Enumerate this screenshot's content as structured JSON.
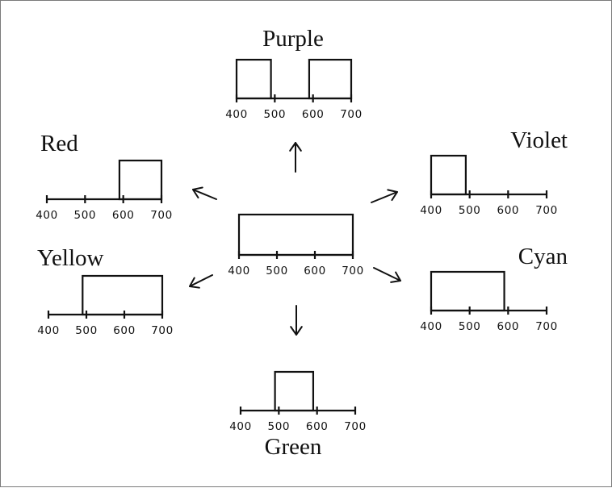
{
  "tick_values": [
    400,
    500,
    600,
    700
  ],
  "diagrams": [
    {
      "id": "center",
      "label": "",
      "bands": [
        [
          400,
          700
        ]
      ]
    },
    {
      "id": "purple",
      "label": "Purple",
      "bands": [
        [
          400,
          490
        ],
        [
          590,
          700
        ]
      ]
    },
    {
      "id": "violet",
      "label": "Violet",
      "bands": [
        [
          400,
          490
        ]
      ]
    },
    {
      "id": "cyan",
      "label": "Cyan",
      "bands": [
        [
          400,
          590
        ]
      ]
    },
    {
      "id": "green",
      "label": "Green",
      "bands": [
        [
          490,
          590
        ]
      ]
    },
    {
      "id": "yellow",
      "label": "Yellow",
      "bands": [
        [
          490,
          700
        ]
      ]
    },
    {
      "id": "red",
      "label": "Red",
      "bands": [
        [
          590,
          700
        ]
      ]
    }
  ],
  "arrow_targets": [
    "purple",
    "violet",
    "cyan",
    "green",
    "yellow",
    "red"
  ]
}
